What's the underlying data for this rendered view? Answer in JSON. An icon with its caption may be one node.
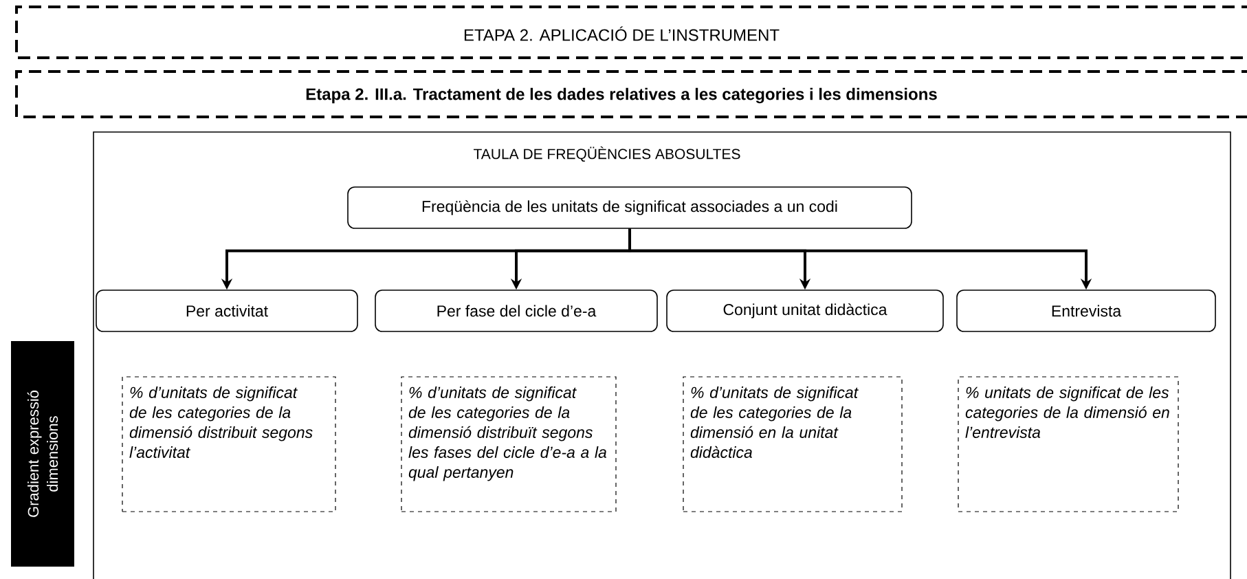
{
  "diagram": {
    "nodes": [
      {
        "text": [
          "ETAPA 2. APLICACIÓ DE L’INSTRUMENT"
        ]
      },
      {
        "text": [
          "Etapa 2. III.a. Tractament de les dades relatives a les categories i les dimensions"
        ]
      },
      {
        "text": [
          "TAULA DE FREQÜÈNCIES ABOSULTES"
        ]
      },
      {
        "text": [
          "Freqüència de les unitats de significat associades a un codi"
        ],
        "in": 2
      },
      {
        "text": [
          "Per activitat"
        ],
        "in": 2
      },
      {
        "text": [
          "Per fase del cicle d’e-a"
        ],
        "in": 2
      },
      {
        "text": [
          "Conjunt unitat didàctica"
        ],
        "in": 2
      },
      {
        "text": [
          "Entrevista"
        ],
        "in": 2
      },
      {
        "text": [
          "% d’unitats de significat de les categories  de la dimensió distribuit segons l’activitat"
        ],
        "in": 2
      },
      {
        "text": [
          "% d’unitats de significat de les categories de la dimensió distribuït segons les fases del cicle d’e-a a la qual pertanyen"
        ],
        "in": 2
      },
      {
        "text": [
          "% d’unitats de significat de les categories de la dimensió en la unitat didàctica"
        ],
        "in": 2
      },
      {
        "text": [
          "% unitats de significat de les categories de la dimensió en l’entrevista"
        ],
        "in": 2
      },
      {
        "text": [
          "Gradient expressió dimensions"
        ]
      }
    ],
    "edges": [
      {
        "from": 3,
        "to": 4,
        "arrow": "to"
      },
      {
        "from": 3,
        "to": 5,
        "arrow": "to"
      },
      {
        "from": 3,
        "to": 6,
        "arrow": "to"
      },
      {
        "from": 3,
        "to": 7,
        "arrow": "to"
      }
    ]
  }
}
